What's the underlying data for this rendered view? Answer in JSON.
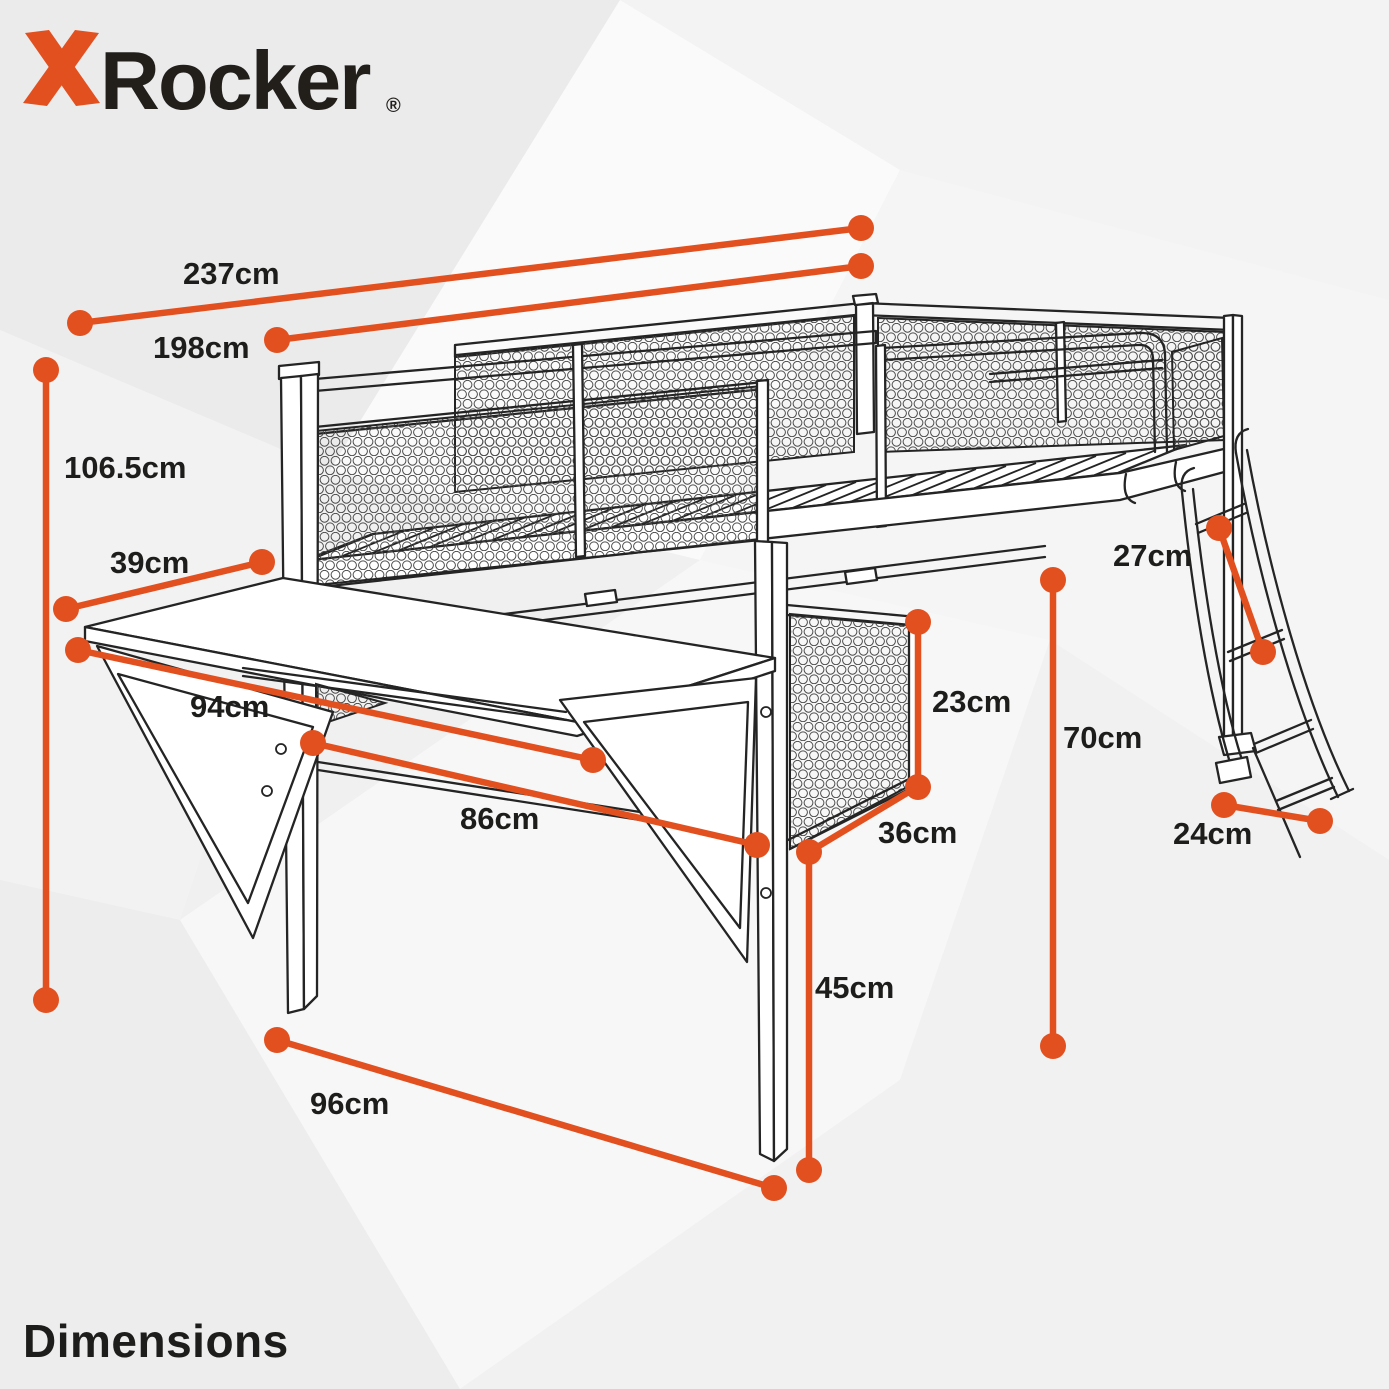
{
  "brand": {
    "logo_icon": "x-mark-icon",
    "wordmark": "Rocker",
    "registered_mark": "®"
  },
  "page": {
    "title": "Dimensions"
  },
  "colors": {
    "accent": "#E2501F",
    "ink": "#1D1D1B",
    "drawing_line": "#242424",
    "background": "#F0F0F1"
  },
  "diagram": {
    "product": "mid-sleeper loft bed with fold-out desk, mesh guard panels and ladder",
    "measurements": [
      {
        "id": "overall-length",
        "label": "237cm"
      },
      {
        "id": "bed-length",
        "label": "198cm"
      },
      {
        "id": "overall-height",
        "label": "106.5cm"
      },
      {
        "id": "desk-depth",
        "label": "39cm"
      },
      {
        "id": "desk-width",
        "label": "94cm"
      },
      {
        "id": "desk-underside-width",
        "label": "86cm"
      },
      {
        "id": "underbed-floor-length",
        "label": "96cm"
      },
      {
        "id": "side-panel-height",
        "label": "23cm"
      },
      {
        "id": "side-panel-width",
        "label": "36cm"
      },
      {
        "id": "underbed-clearance",
        "label": "45cm"
      },
      {
        "id": "frame-underside-height",
        "label": "70cm"
      },
      {
        "id": "ladder-rung-spacing",
        "label": "27cm"
      },
      {
        "id": "ladder-foot-width",
        "label": "24cm"
      }
    ]
  }
}
